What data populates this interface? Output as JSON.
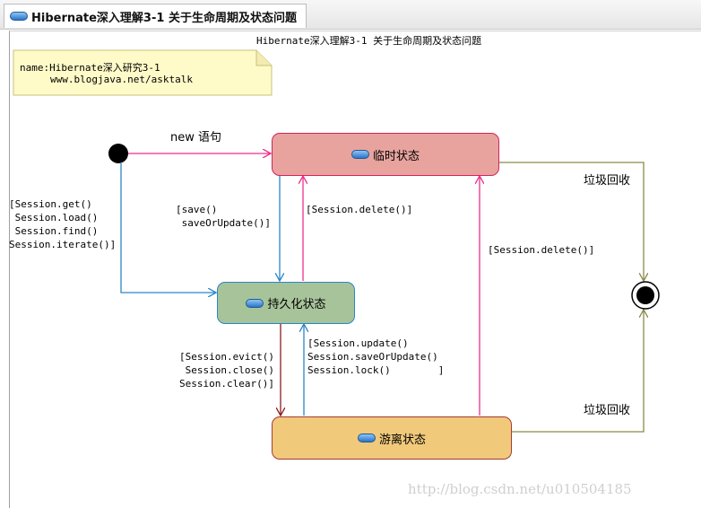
{
  "window": {
    "tab_title": "Hibernate深入理解3-1 关于生命周期及状态问题"
  },
  "diagram": {
    "title": "Hibernate深入理解3-1 关于生命周期及状态问题",
    "note": {
      "line1": "name:Hibernate深入研究3-1",
      "line2": "www.blogjava.net/asktalk"
    },
    "states": {
      "transient": "临时状态",
      "persistent": "持久化状态",
      "detached": "游离状态"
    },
    "transitions": {
      "new_stmt": "new 语句",
      "session_get_load": "[Session.get()\n Session.load()\n Session.find()\nSession.iterate()]",
      "save": "[save()\n saveOrUpdate()]",
      "delete_to_transient": "[Session.delete()]",
      "delete_from_detached": "[Session.delete()]",
      "evict": "[Session.evict()\n Session.close()\nSession.clear()]",
      "update": "[Session.update()\nSession.saveOrUpdate()\nSession.lock()        ]",
      "gc_top": "垃圾回收",
      "gc_bottom": "垃圾回收"
    }
  },
  "watermark": "http://blog.csdn.net/u010504185",
  "colors": {
    "transient_fill": "#e8a39e",
    "persistent_fill": "#a7c39a",
    "detached_fill": "#f0c97a",
    "pink_arrow": "#ee2f8a",
    "blue_arrow": "#2b86c9",
    "dark_red_arrow": "#8b1c1c",
    "olive_arrow": "#8a8a4a"
  }
}
